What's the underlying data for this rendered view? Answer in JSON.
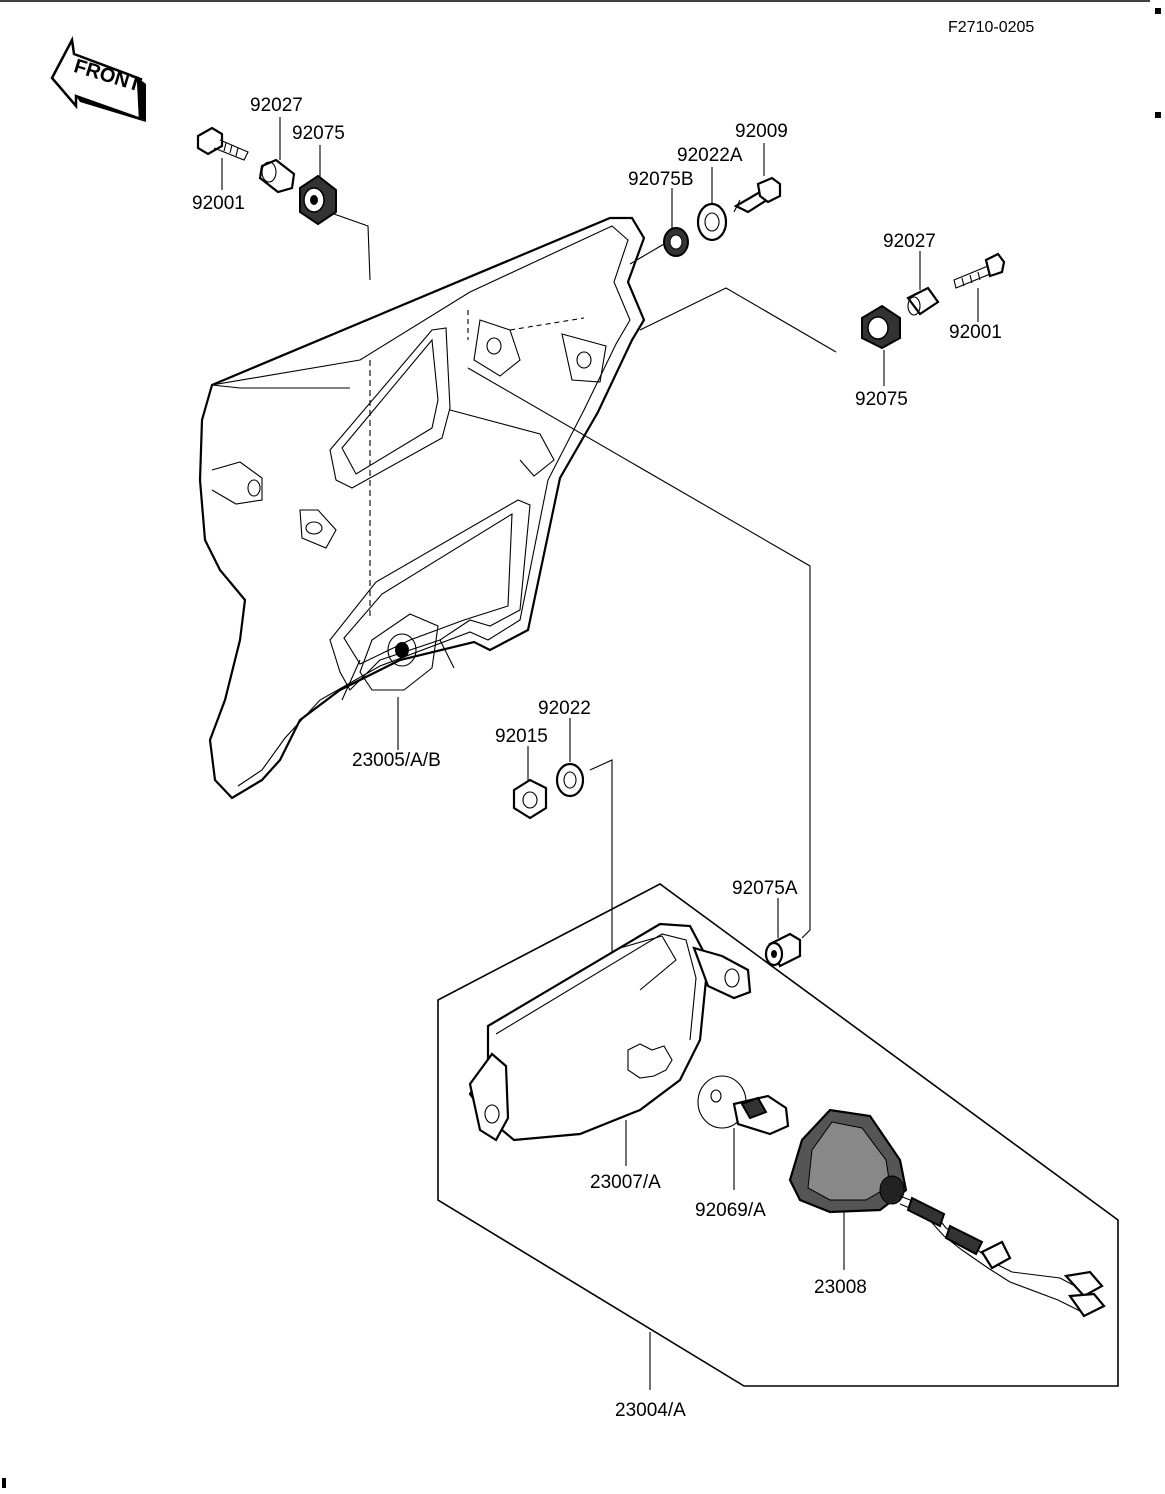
{
  "diagram_code": "F2710-0205",
  "front_label": "FRONT",
  "parts": [
    {
      "id": "p92027_l",
      "number": "92027"
    },
    {
      "id": "p92075_l",
      "number": "92075"
    },
    {
      "id": "p92001_l",
      "number": "92001"
    },
    {
      "id": "p92009",
      "number": "92009"
    },
    {
      "id": "p92022A",
      "number": "92022A"
    },
    {
      "id": "p92075B",
      "number": "92075B"
    },
    {
      "id": "p92027_r",
      "number": "92027"
    },
    {
      "id": "p92001_r",
      "number": "92001"
    },
    {
      "id": "p92075_r",
      "number": "92075"
    },
    {
      "id": "p23005",
      "number": "23005/A/B"
    },
    {
      "id": "p92022",
      "number": "92022"
    },
    {
      "id": "p92015",
      "number": "92015"
    },
    {
      "id": "p92075A",
      "number": "92075A"
    },
    {
      "id": "p23007",
      "number": "23007/A"
    },
    {
      "id": "p92069",
      "number": "92069/A"
    },
    {
      "id": "p23008",
      "number": "23008"
    },
    {
      "id": "p23004",
      "number": "23004/A"
    }
  ]
}
